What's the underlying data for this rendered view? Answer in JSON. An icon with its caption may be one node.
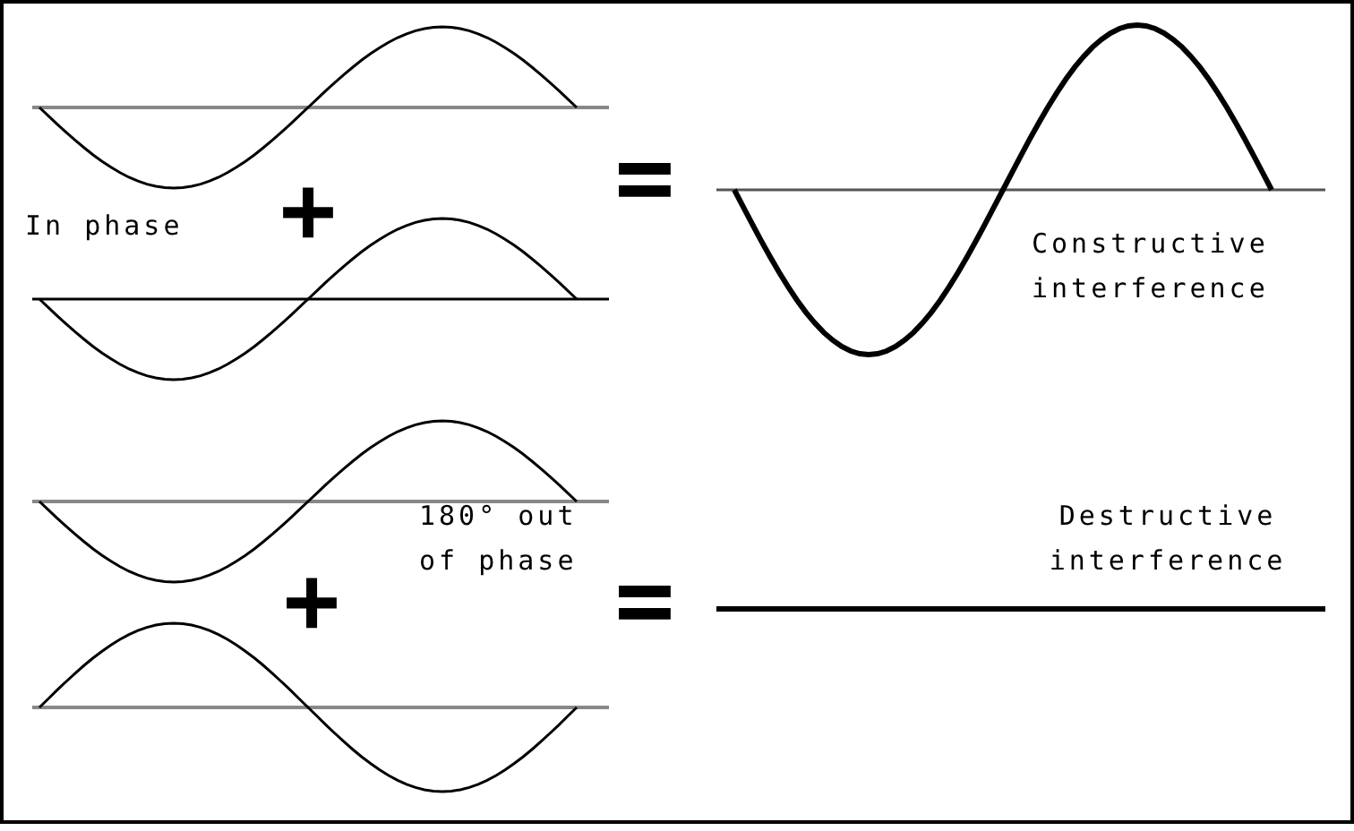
{
  "diagram": {
    "labels": [
      "In phase",
      "+",
      "=",
      "Constructive interference",
      "180° out of phase",
      "Destructive interference",
      "+",
      "="
    ]
  }
}
